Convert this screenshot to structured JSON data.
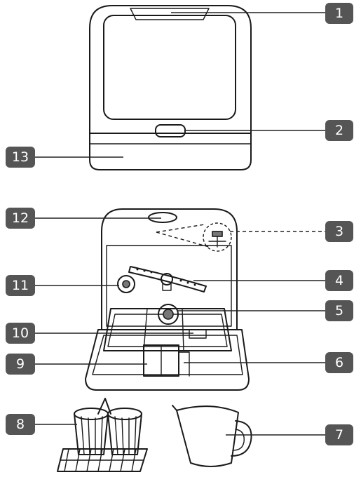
{
  "callouts": [
    {
      "id": "1",
      "label": "1"
    },
    {
      "id": "2",
      "label": "2"
    },
    {
      "id": "3",
      "label": "3"
    },
    {
      "id": "4",
      "label": "4"
    },
    {
      "id": "5",
      "label": "5"
    },
    {
      "id": "6",
      "label": "6"
    },
    {
      "id": "7",
      "label": "7"
    },
    {
      "id": "8",
      "label": "8"
    },
    {
      "id": "9",
      "label": "9"
    },
    {
      "id": "10",
      "label": "10"
    },
    {
      "id": "11",
      "label": "11"
    },
    {
      "id": "12",
      "label": "12"
    },
    {
      "id": "13",
      "label": "13"
    }
  ],
  "colors": {
    "callout_fill": "#555555",
    "callout_text": "#ffffff",
    "line": "#1a1a1a"
  }
}
